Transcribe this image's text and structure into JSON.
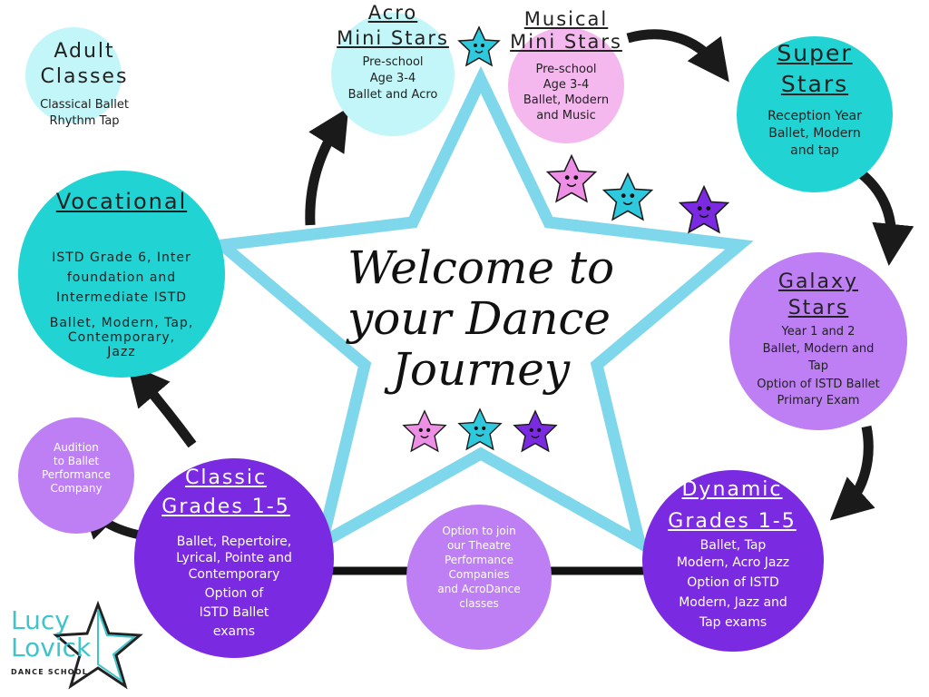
{
  "center": {
    "title_line1": "Welcome to",
    "title_line2": "your Dance",
    "title_line3": "Journey"
  },
  "stages": {
    "adult": {
      "title_line1": "Adult",
      "title_line2": "Classes",
      "desc_line1": "Classical Ballet",
      "desc_line2": "Rhythm Tap"
    },
    "acro": {
      "title_line1": "Acro",
      "title_line2": "Mini Stars",
      "desc_line1": "Pre-school",
      "desc_line2": "Age 3-4",
      "desc_line3": "Ballet and Acro"
    },
    "musical": {
      "title_line1": "Musical",
      "title_line2": "Mini Stars",
      "desc_line1": "Pre-school",
      "desc_line2": "Age 3-4",
      "desc_line3": "Ballet, Modern",
      "desc_line4": "and Music"
    },
    "super": {
      "title_line1": "Super",
      "title_line2": "Stars",
      "desc_line1": "Reception Year",
      "desc_line2": "Ballet, Modern",
      "desc_line3": "and tap"
    },
    "galaxy": {
      "title_line1": "Galaxy",
      "title_line2": "Stars",
      "desc_line1": "Year 1 and 2",
      "desc_line2": "Ballet, Modern and",
      "desc_line3": "Tap",
      "desc_line4": "Option of ISTD  Ballet",
      "desc_line5": "Primary Exam"
    },
    "dynamic": {
      "title_line1": "Dynamic",
      "title_line2": "Grades 1-5",
      "desc_line1": "Ballet, Tap",
      "desc_line2": "Modern, Acro Jazz",
      "desc_line3": "Option of ISTD",
      "desc_line4": "Modern, Jazz and",
      "desc_line5": "Tap exams"
    },
    "theatre": {
      "desc_line1": "Option to join",
      "desc_line2": "our Theatre",
      "desc_line3": "Performance",
      "desc_line4": "Companies",
      "desc_line5": "and AcroDance",
      "desc_line6": "classes"
    },
    "classic": {
      "title_line1": "Classic",
      "title_line2": "Grades 1-5",
      "desc_line1": "Ballet, Repertoire,",
      "desc_line2": "Lyrical, Pointe and",
      "desc_line3": "Contemporary",
      "desc_line4": "Option of",
      "desc_line5": "ISTD Ballet",
      "desc_line6": "exams"
    },
    "audition": {
      "desc_line1": "Audition",
      "desc_line2": "to Ballet",
      "desc_line3": "Performance",
      "desc_line4": "Company"
    },
    "vocational": {
      "title": "Vocational",
      "desc_line1": "ISTD Grade 6, Inter",
      "desc_line2": "foundation and",
      "desc_line3": "Intermediate ISTD",
      "desc_line4": "Ballet, Modern, Tap,",
      "desc_line5": "Contemporary,",
      "desc_line6": "Jazz"
    }
  },
  "logo": {
    "line1": "Lucy",
    "line2": "Lovick",
    "line3": "DANCE SCHOOL"
  },
  "colors": {
    "light_cyan": "#c2f6f8",
    "light_pink": "#f4b8ee",
    "teal": "#22d3d4",
    "lavender": "#bd7ff3",
    "purple": "#7a2ae0",
    "star_outline": "#7fd7ec",
    "arrow": "#1a1a1a",
    "logo_teal": "#3fc4c9"
  }
}
